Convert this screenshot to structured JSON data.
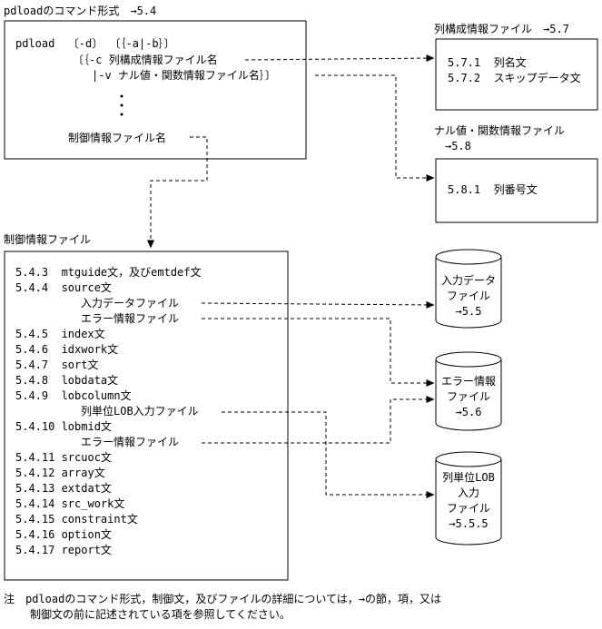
{
  "main_box": {
    "title": "pdloadのコマンド形式　→5.4",
    "line1": "pdload  〔-d〕 〔｛-a|-b｝〕",
    "line2": "〔｛-c 列構成情報ファイル名",
    "line3": "|-v ナル値・関数情報ファイル名｝〕",
    "dots": ":",
    "control_label": "制御情報ファイル名"
  },
  "column_config_box": {
    "title": "列構成情報ファイル　→5.7",
    "items": [
      "5.7.1  列名文",
      "5.7.2  スキップデータ文"
    ]
  },
  "null_func_box": {
    "title_line1": "ナル値・関数情報ファイル",
    "title_line2": "→5.8",
    "items": [
      "5.8.1  列番号文"
    ]
  },
  "control_box": {
    "title": "制御情報ファイル",
    "items": [
      "5.4.3  mtguide文，及びemtdef文",
      "5.4.4  source文",
      "入力データファイル",
      "エラー情報ファイル",
      "5.4.5  index文",
      "5.4.6  idxwork文",
      "5.4.7  sort文",
      "5.4.8  lobdata文",
      "5.4.9  lobcolumn文",
      "列単位LOB入力ファイル",
      "5.4.10 lobmid文",
      "エラー情報ファイル",
      "5.4.11 srcuoc文",
      "5.4.12 array文",
      "5.4.13 extdat文",
      "5.4.14 src_work文",
      "5.4.15 constraint文",
      "5.4.16 option文",
      "5.4.17 report文"
    ]
  },
  "cylinders": [
    {
      "lines": [
        "入力データ",
        "ファイル",
        "→5.5"
      ]
    },
    {
      "lines": [
        "エラー情報",
        "ファイル",
        "→5.6"
      ]
    },
    {
      "lines": [
        "列単位LOB",
        "入力",
        "ファイル",
        "→5.5.5"
      ]
    }
  ],
  "note": {
    "line1": "注　pdloadのコマンド形式，制御文，及びファイルの詳細については，→の節，項，又は",
    "line2": "制御文の前に記述されている項を参照してください。"
  }
}
